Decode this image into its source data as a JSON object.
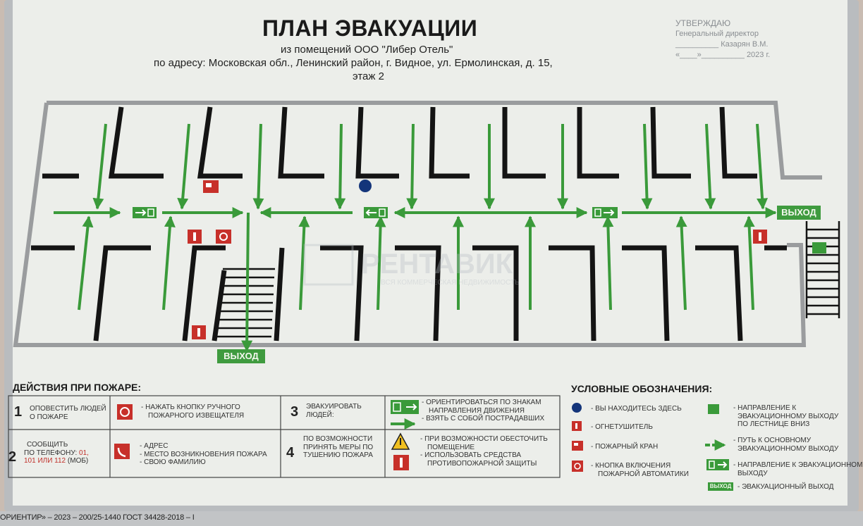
{
  "plan": {
    "title": "ПЛАН ЭВАКУАЦИИ",
    "subtitle_line1": "из помещений ООО \"Либер Отель\"",
    "subtitle_line2": "по адресу: Московская обл., Ленинский район, г. Видное, ул. Ермолинская, д. 15,",
    "subtitle_line3": "этаж 2"
  },
  "approval": {
    "line1": "УТВЕРЖДАЮ",
    "line2": "Генеральный директор",
    "line3": "__________ Казарян В.М.",
    "line4": "«____»__________ 2023 г."
  },
  "map": {
    "exit_label_right": "ВЫХОД",
    "exit_label_bottom": "ВЫХОД",
    "watermark_brand": "РЕНТАВИК",
    "watermark_tagline": "ВСЯ КОММЕРЧЕСКАЯ НЕДВИЖИМОСТЬ"
  },
  "actions": {
    "heading": "ДЕЙСТВИЯ ПРИ ПОЖАРЕ:",
    "step1_num": "1",
    "step1_l1": "ОПОВЕСТИТЬ ЛЮДЕЙ",
    "step1_l2": "О ПОЖАРЕ",
    "step1_alt_l1": "- НАЖАТЬ КНОПКУ РУЧНОГО",
    "step1_alt_l2": "ПОЖАРНОГО ИЗВЕЩАТЕЛЯ",
    "step2_num": "2",
    "step2_l1": "СООБЩИТЬ",
    "step2_l2_a": "ПО ТЕЛЕФОНУ: ",
    "step2_l2_b": "01,",
    "step2_l3_a": "101 ИЛИ 112",
    "step2_l3_b": " (МОБ)",
    "step2_alt_l1": "- АДРЕС",
    "step2_alt_l2": "- МЕСТО ВОЗНИКНОВЕНИЯ ПОЖАРА",
    "step2_alt_l3": "- СВОЮ ФАМИЛИЮ",
    "step3_num": "3",
    "step3_l1": "ЭВАКУИРОВАТЬ",
    "step3_l2": "ЛЮДЕЙ:",
    "step3_alt_l1": "- ОРИЕНТИРОВАТЬСЯ ПО ЗНАКАМ",
    "step3_alt_l2": "НАПРАВЛЕНИЯ ДВИЖЕНИЯ",
    "step3_alt_l3": "- ВЗЯТЬ С СОБОЙ ПОСТРАДАВШИХ",
    "step4_num": "4",
    "step4_l1": "ПО ВОЗМОЖНОСТИ",
    "step4_l2": "ПРИНЯТЬ МЕРЫ ПО",
    "step4_l3": "ТУШЕНИЮ ПОЖАРА",
    "step4_alt_l1": "- ПРИ ВОЗМОЖНОСТИ ОБЕСТОЧИТЬ",
    "step4_alt_l2": "ПОМЕЩЕНИЕ",
    "step4_alt_l3": "- ИСПОЛЬЗОВАТЬ СРЕДСТВА",
    "step4_alt_l4": "ПРОТИВОПОЖАРНОЙ ЗАЩИТЫ"
  },
  "legend": {
    "heading": "УСЛОВНЫЕ ОБОЗНАЧЕНИЯ:",
    "you_are_here": "- ВЫ НАХОДИТЕСЬ ЗДЕСЬ",
    "extinguisher": "- ОГНЕТУШИТЕЛЬ",
    "hydrant": "- ПОЖАРНЫЙ КРАН",
    "auto_button_l1": "- КНОПКА ВКЛЮЧЕНИЯ",
    "auto_button_l2": "ПОЖАРНОЙ АВТОМАТИКИ",
    "stairs_dir_l1": "- НАПРАВЛЕНИЕ К",
    "stairs_dir_l2": "ЭВАКУАЦИОННОМУ ВЫХОДУ",
    "stairs_dir_l3": "ПО ЛЕСТНИЦЕ ВНИЗ",
    "main_path_l1": "- ПУТЬ К ОСНОВНОМУ",
    "main_path_l2": "ЭВАКУАЦИОННОМУ ВЫХОДУ",
    "exit_dir_l1": "- НАПРАВЛЕНИЕ К ЭВАКУАЦИОННОМУ",
    "exit_dir_l2": "ВЫХОДУ",
    "exit_badge": "ВЫХОД",
    "exit_text": "- ЭВАКУАЦИОННЫЙ ВЫХОД"
  },
  "footer": {
    "text": "ОРИЕНТИР» – 2023 – 200/25-1440 ГОСТ 34428-2018 – I"
  },
  "colors": {
    "path_green": "#3a9a3a",
    "wall_black": "#141414",
    "outer_wall_gray": "#9a9c9e",
    "fire_red": "#c7302a",
    "you_here_blue": "#14357a"
  }
}
